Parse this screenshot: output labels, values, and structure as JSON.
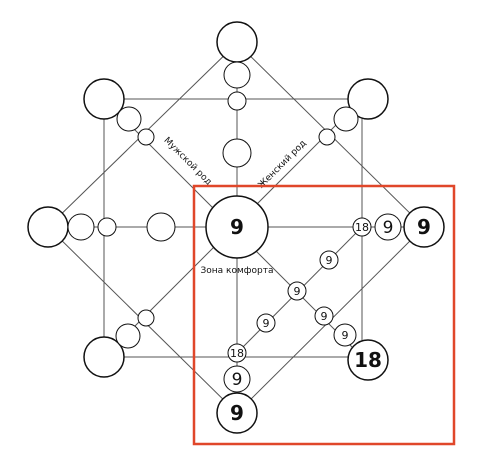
{
  "diagram": {
    "center_number": "9",
    "comfort_zone_label": "Зона комфорта",
    "male_line_label": "Мужской род",
    "female_line_label": "Женский род",
    "right_corner_number": "9",
    "bottom_corner_number": "9",
    "bottom_right_number": "18",
    "right_axis_values": [
      "18",
      "9"
    ],
    "bottom_axis_values": [
      "18",
      "9"
    ],
    "inner_diagonal_values": [
      "9",
      "9",
      "9",
      "9",
      "9"
    ],
    "highlight_color": "#e0472a"
  }
}
